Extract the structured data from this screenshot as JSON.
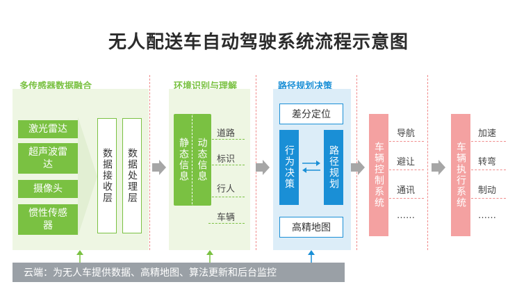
{
  "title": "无人配送车自动驾驶系统流程示意图",
  "sections": {
    "fusion": {
      "title": "多传感器数据融合",
      "sensors": [
        "激光雷达",
        "超声波雷\n达",
        "摄像头",
        "惯性传感\n器"
      ],
      "layers": [
        "数据接收层",
        "数据处理层"
      ]
    },
    "perception": {
      "title": "环境识别与理解",
      "static": "静态信息",
      "dynamic": "动态信息",
      "items": [
        "道路",
        "标识",
        "行人",
        "车辆"
      ]
    },
    "planning": {
      "title": "路径规划决策",
      "top": "差分定位",
      "left": "行为决策",
      "right": "路径规划",
      "bottom": "高精地图"
    },
    "control": {
      "label": "车辆控制系统",
      "items": [
        "导航",
        "避让",
        "通讯",
        "……"
      ]
    },
    "execution": {
      "label": "车辆执行系统",
      "items": [
        "加速",
        "转弯",
        "制动",
        "……"
      ]
    }
  },
  "cloud": "云端：为无人车提供数据、高精地图、算法更新和后台监控",
  "colors": {
    "green": "#7ac142",
    "blue": "#1a8fd6",
    "pink": "#f4a1a1",
    "gray": "#9aa0a6"
  }
}
